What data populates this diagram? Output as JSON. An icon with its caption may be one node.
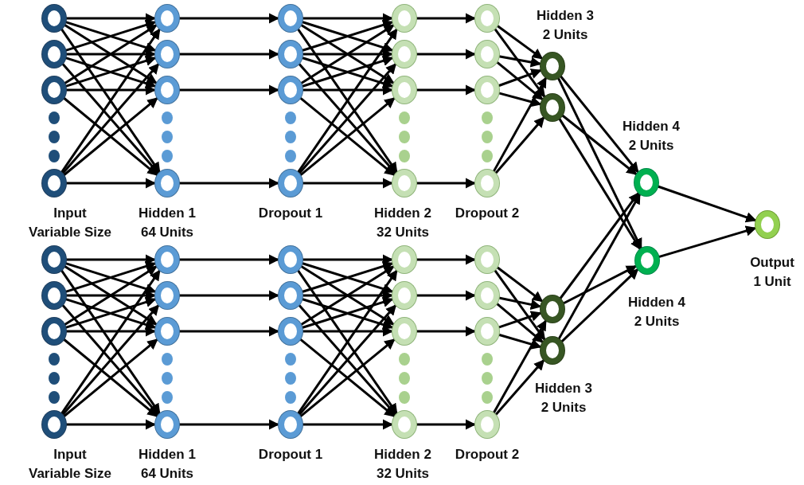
{
  "diagram": {
    "nodes": [
      {
        "text": [],
        "shape": "circle"
      },
      {
        "text": [],
        "shape": "circle"
      },
      {
        "text": [],
        "shape": "circle"
      },
      {
        "text": [],
        "shape": "circle"
      },
      {
        "text": [],
        "shape": "circle"
      },
      {
        "text": [],
        "shape": "circle"
      },
      {
        "text": [],
        "shape": "circle"
      },
      {
        "text": [],
        "shape": "circle"
      },
      {
        "text": [],
        "shape": "circle"
      },
      {
        "text": [],
        "shape": "circle"
      },
      {
        "text": [],
        "shape": "circle"
      },
      {
        "text": [],
        "shape": "circle"
      },
      {
        "text": [],
        "shape": "circle"
      },
      {
        "text": [],
        "shape": "circle"
      },
      {
        "text": [],
        "shape": "circle"
      },
      {
        "text": [],
        "shape": "circle"
      },
      {
        "text": [],
        "shape": "circle"
      },
      {
        "text": [],
        "shape": "circle"
      },
      {
        "text": [],
        "shape": "circle"
      },
      {
        "text": [],
        "shape": "circle"
      },
      {
        "text": [],
        "shape": "circle"
      },
      {
        "text": [],
        "shape": "circle"
      },
      {
        "text": [],
        "shape": "circle"
      },
      {
        "text": [],
        "shape": "circle"
      },
      {
        "text": [],
        "shape": "circle"
      },
      {
        "text": [],
        "shape": "circle"
      },
      {
        "text": [],
        "shape": "circle"
      },
      {
        "text": [],
        "shape": "circle"
      },
      {
        "text": [],
        "shape": "circle"
      },
      {
        "text": [],
        "shape": "circle"
      },
      {
        "text": [],
        "shape": "circle"
      },
      {
        "text": [],
        "shape": "circle"
      },
      {
        "text": [],
        "shape": "circle"
      },
      {
        "text": [],
        "shape": "circle"
      },
      {
        "text": [],
        "shape": "circle"
      },
      {
        "text": [],
        "shape": "circle"
      },
      {
        "text": [],
        "shape": "circle"
      },
      {
        "text": [],
        "shape": "circle"
      },
      {
        "text": [],
        "shape": "circle"
      },
      {
        "text": [],
        "shape": "circle"
      },
      {
        "text": [],
        "shape": "circle"
      },
      {
        "text": [],
        "shape": "circle"
      },
      {
        "text": [],
        "shape": "circle"
      },
      {
        "text": [],
        "shape": "circle"
      },
      {
        "text": [],
        "shape": "circle"
      },
      {
        "text": [],
        "shape": "circle"
      },
      {
        "text": [],
        "shape": "circle"
      }
    ],
    "edges": [
      {
        "from": 0,
        "to": 4,
        "arrow": "to"
      },
      {
        "from": 0,
        "to": 5,
        "arrow": "to"
      },
      {
        "from": 0,
        "to": 6,
        "arrow": "to"
      },
      {
        "from": 0,
        "to": 7,
        "arrow": "to"
      },
      {
        "from": 1,
        "to": 4,
        "arrow": "to"
      },
      {
        "from": 1,
        "to": 5,
        "arrow": "to"
      },
      {
        "from": 1,
        "to": 6,
        "arrow": "to"
      },
      {
        "from": 1,
        "to": 7,
        "arrow": "to"
      },
      {
        "from": 2,
        "to": 4,
        "arrow": "to"
      },
      {
        "from": 2,
        "to": 5,
        "arrow": "to"
      },
      {
        "from": 2,
        "to": 6,
        "arrow": "to"
      },
      {
        "from": 2,
        "to": 7,
        "arrow": "to"
      },
      {
        "from": 3,
        "to": 4,
        "arrow": "to"
      },
      {
        "from": 3,
        "to": 5,
        "arrow": "to"
      },
      {
        "from": 3,
        "to": 6,
        "arrow": "to"
      },
      {
        "from": 3,
        "to": 7,
        "arrow": "to"
      },
      {
        "from": 4,
        "to": 8,
        "arrow": "to"
      },
      {
        "from": 5,
        "to": 9,
        "arrow": "to"
      },
      {
        "from": 6,
        "to": 10,
        "arrow": "to"
      },
      {
        "from": 7,
        "to": 11,
        "arrow": "to"
      },
      {
        "from": 8,
        "to": 12,
        "arrow": "to"
      },
      {
        "from": 8,
        "to": 13,
        "arrow": "to"
      },
      {
        "from": 8,
        "to": 14,
        "arrow": "to"
      },
      {
        "from": 8,
        "to": 15,
        "arrow": "to"
      },
      {
        "from": 9,
        "to": 12,
        "arrow": "to"
      },
      {
        "from": 9,
        "to": 13,
        "arrow": "to"
      },
      {
        "from": 9,
        "to": 14,
        "arrow": "to"
      },
      {
        "from": 9,
        "to": 15,
        "arrow": "to"
      },
      {
        "from": 10,
        "to": 12,
        "arrow": "to"
      },
      {
        "from": 10,
        "to": 13,
        "arrow": "to"
      },
      {
        "from": 10,
        "to": 14,
        "arrow": "to"
      },
      {
        "from": 10,
        "to": 15,
        "arrow": "to"
      },
      {
        "from": 11,
        "to": 12,
        "arrow": "to"
      },
      {
        "from": 11,
        "to": 13,
        "arrow": "to"
      },
      {
        "from": 11,
        "to": 14,
        "arrow": "to"
      },
      {
        "from": 11,
        "to": 15,
        "arrow": "to"
      },
      {
        "from": 12,
        "to": 16,
        "arrow": "to"
      },
      {
        "from": 13,
        "to": 17,
        "arrow": "to"
      },
      {
        "from": 14,
        "to": 18,
        "arrow": "to"
      },
      {
        "from": 15,
        "to": 19,
        "arrow": "to"
      },
      {
        "from": 16,
        "to": 20,
        "arrow": "to"
      },
      {
        "from": 16,
        "to": 21,
        "arrow": "to"
      },
      {
        "from": 17,
        "to": 20,
        "arrow": "to"
      },
      {
        "from": 17,
        "to": 21,
        "arrow": "to"
      },
      {
        "from": 18,
        "to": 20,
        "arrow": "to"
      },
      {
        "from": 18,
        "to": 21,
        "arrow": "to"
      },
      {
        "from": 19,
        "to": 20,
        "arrow": "to"
      },
      {
        "from": 19,
        "to": 21,
        "arrow": "to"
      },
      {
        "from": 20,
        "to": 22,
        "arrow": "to"
      },
      {
        "from": 20,
        "to": 23,
        "arrow": "to"
      },
      {
        "from": 21,
        "to": 22,
        "arrow": "to"
      },
      {
        "from": 21,
        "to": 23,
        "arrow": "to"
      },
      {
        "from": 22,
        "to": 24,
        "arrow": "to"
      },
      {
        "from": 23,
        "to": 24,
        "arrow": "to"
      },
      {
        "from": 25,
        "to": 29,
        "arrow": "to"
      },
      {
        "from": 25,
        "to": 30,
        "arrow": "to"
      },
      {
        "from": 25,
        "to": 31,
        "arrow": "to"
      },
      {
        "from": 25,
        "to": 32,
        "arrow": "to"
      },
      {
        "from": 26,
        "to": 29,
        "arrow": "to"
      },
      {
        "from": 26,
        "to": 30,
        "arrow": "to"
      },
      {
        "from": 26,
        "to": 31,
        "arrow": "to"
      },
      {
        "from": 26,
        "to": 32,
        "arrow": "to"
      },
      {
        "from": 27,
        "to": 29,
        "arrow": "to"
      },
      {
        "from": 27,
        "to": 30,
        "arrow": "to"
      },
      {
        "from": 27,
        "to": 31,
        "arrow": "to"
      },
      {
        "from": 27,
        "to": 32,
        "arrow": "to"
      },
      {
        "from": 28,
        "to": 29,
        "arrow": "to"
      },
      {
        "from": 28,
        "to": 30,
        "arrow": "to"
      },
      {
        "from": 28,
        "to": 31,
        "arrow": "to"
      },
      {
        "from": 28,
        "to": 32,
        "arrow": "to"
      },
      {
        "from": 29,
        "to": 33,
        "arrow": "to"
      },
      {
        "from": 30,
        "to": 34,
        "arrow": "to"
      },
      {
        "from": 31,
        "to": 35,
        "arrow": "to"
      },
      {
        "from": 32,
        "to": 36,
        "arrow": "to"
      },
      {
        "from": 33,
        "to": 37,
        "arrow": "to"
      },
      {
        "from": 33,
        "to": 38,
        "arrow": "to"
      },
      {
        "from": 33,
        "to": 39,
        "arrow": "to"
      },
      {
        "from": 33,
        "to": 40,
        "arrow": "to"
      },
      {
        "from": 34,
        "to": 37,
        "arrow": "to"
      },
      {
        "from": 34,
        "to": 38,
        "arrow": "to"
      },
      {
        "from": 34,
        "to": 39,
        "arrow": "to"
      },
      {
        "from": 34,
        "to": 40,
        "arrow": "to"
      },
      {
        "from": 35,
        "to": 37,
        "arrow": "to"
      },
      {
        "from": 35,
        "to": 38,
        "arrow": "to"
      },
      {
        "from": 35,
        "to": 39,
        "arrow": "to"
      },
      {
        "from": 35,
        "to": 40,
        "arrow": "to"
      },
      {
        "from": 36,
        "to": 37,
        "arrow": "to"
      },
      {
        "from": 36,
        "to": 38,
        "arrow": "to"
      },
      {
        "from": 36,
        "to": 39,
        "arrow": "to"
      },
      {
        "from": 36,
        "to": 40,
        "arrow": "to"
      },
      {
        "from": 37,
        "to": 41,
        "arrow": "to"
      },
      {
        "from": 38,
        "to": 42,
        "arrow": "to"
      },
      {
        "from": 39,
        "to": 43,
        "arrow": "to"
      },
      {
        "from": 40,
        "to": 44,
        "arrow": "to"
      },
      {
        "from": 41,
        "to": 45,
        "arrow": "to"
      },
      {
        "from": 41,
        "to": 46,
        "arrow": "to"
      },
      {
        "from": 42,
        "to": 45,
        "arrow": "to"
      },
      {
        "from": 42,
        "to": 46,
        "arrow": "to"
      },
      {
        "from": 43,
        "to": 45,
        "arrow": "to"
      },
      {
        "from": 43,
        "to": 46,
        "arrow": "to"
      },
      {
        "from": 44,
        "to": 45,
        "arrow": "to"
      },
      {
        "from": 44,
        "to": 46,
        "arrow": "to"
      },
      {
        "from": 45,
        "to": 22,
        "arrow": "to"
      },
      {
        "from": 45,
        "to": 23,
        "arrow": "to"
      },
      {
        "from": 46,
        "to": 22,
        "arrow": "to"
      },
      {
        "from": 46,
        "to": 23,
        "arrow": "to"
      }
    ],
    "labels": [
      "Hidden 3 2 Units",
      "Hidden 4 2 Units",
      "Input Variable Size",
      "Hidden 1 64 Units",
      "Dropout 1",
      "Hidden 2 32 Units",
      "Dropout 2",
      "Output 1 Unit",
      "Hidden 4 2 Units",
      "Hidden 3 2 Units",
      "Input Variable Size",
      "Hidden 1 64 Units",
      "Dropout 1",
      "Hidden 2 32 Units",
      "Dropout 2"
    ]
  }
}
